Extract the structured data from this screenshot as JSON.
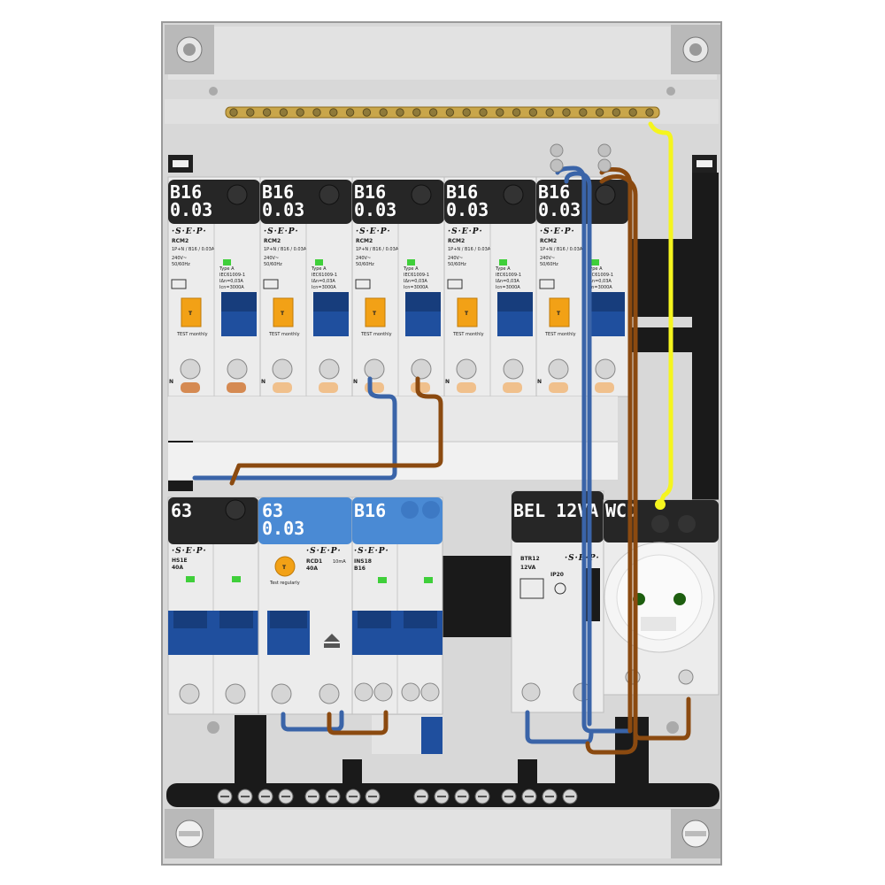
{
  "colors": {
    "enclosure": "#d8d8d8",
    "frame": "#9a9a9a",
    "rail_dark": "#1a1a1a",
    "breaker_body": "#ececec",
    "label_dark": "#262626",
    "label_blue": "#4a8ad4",
    "lever_blue": "#1f4f9e",
    "test_orange": "#f2a116",
    "status_green": "#3fcf3a",
    "wire_blue": "#3a64a8",
    "wire_brown": "#8b4a10",
    "wire_yellow": "#f5f51e",
    "busbar_brass": "#c9a64a"
  },
  "rcbo_modules": [
    {
      "rating": "B16",
      "sensitivity": "0.03",
      "brand": "·S·E·P·",
      "model": "RCM2",
      "spec": "1P+N / B16 / 0.03A",
      "voltage": "240V~",
      "freq": "50/60Hz",
      "type": "Type A",
      "standard": "IEC61009-1",
      "idn": "IΔn=0,03A",
      "icn": "Icn=3000A",
      "test_text": "TEST monthly",
      "test_key": "T",
      "neutral_mark": "N"
    },
    {
      "rating": "B16",
      "sensitivity": "0.03",
      "brand": "·S·E·P·",
      "model": "RCM2",
      "spec": "1P+N / B16 / 0.03A",
      "voltage": "240V~",
      "freq": "50/60Hz",
      "type": "Type A",
      "standard": "IEC61009-1",
      "idn": "IΔn=0,03A",
      "icn": "Icn=3000A",
      "test_text": "TEST monthly",
      "test_key": "T",
      "neutral_mark": "N"
    },
    {
      "rating": "B16",
      "sensitivity": "0.03",
      "brand": "·S·E·P·",
      "model": "RCM2",
      "spec": "1P+N / B16 / 0.03A",
      "voltage": "240V~",
      "freq": "50/60Hz",
      "type": "Type A",
      "standard": "IEC61009-1",
      "idn": "IΔn=0,03A",
      "icn": "Icn=3000A",
      "test_text": "TEST monthly",
      "test_key": "T",
      "neutral_mark": "N"
    },
    {
      "rating": "B16",
      "sensitivity": "0.03",
      "brand": "·S·E·P·",
      "model": "RCM2",
      "spec": "1P+N / B16 / 0.03A",
      "voltage": "240V~",
      "freq": "50/60Hz",
      "type": "Type A",
      "standard": "IEC61009-1",
      "idn": "IΔn=0,03A",
      "icn": "Icn=3000A",
      "test_text": "TEST monthly",
      "test_key": "T",
      "neutral_mark": "N"
    },
    {
      "rating": "B16",
      "sensitivity": "0.03",
      "brand": "·S·E·P·",
      "model": "RCM2",
      "spec": "1P+N / B16 / 0.03A",
      "voltage": "240V~",
      "freq": "50/60Hz",
      "type": "Type A",
      "standard": "IEC61009-1",
      "idn": "IΔn=0,03A",
      "icn": "Icn=3000A",
      "test_text": "TEST monthly",
      "test_key": "T",
      "neutral_mark": "N"
    }
  ],
  "main_switch": {
    "label": "63",
    "brand": "·S·E·P·",
    "model": "HS1E",
    "rating": "40A"
  },
  "rcd": {
    "label_line1": "63",
    "label_line2": "0.03",
    "brand": "·S·E·P·",
    "model": "RCD1",
    "rating": "40A",
    "idn": "10mA",
    "test_text": "Test regularly",
    "test_key": "T"
  },
  "isolator": {
    "label": "B16",
    "brand": "·S·E·P·",
    "model": "INS18",
    "rating": "B16"
  },
  "bell_transformer": {
    "label": "BEL 12VA",
    "brand": "·S·E·P·",
    "model": "BTR12",
    "rating": "12VA",
    "ip": "IP20"
  },
  "socket": {
    "label": "WCD"
  }
}
